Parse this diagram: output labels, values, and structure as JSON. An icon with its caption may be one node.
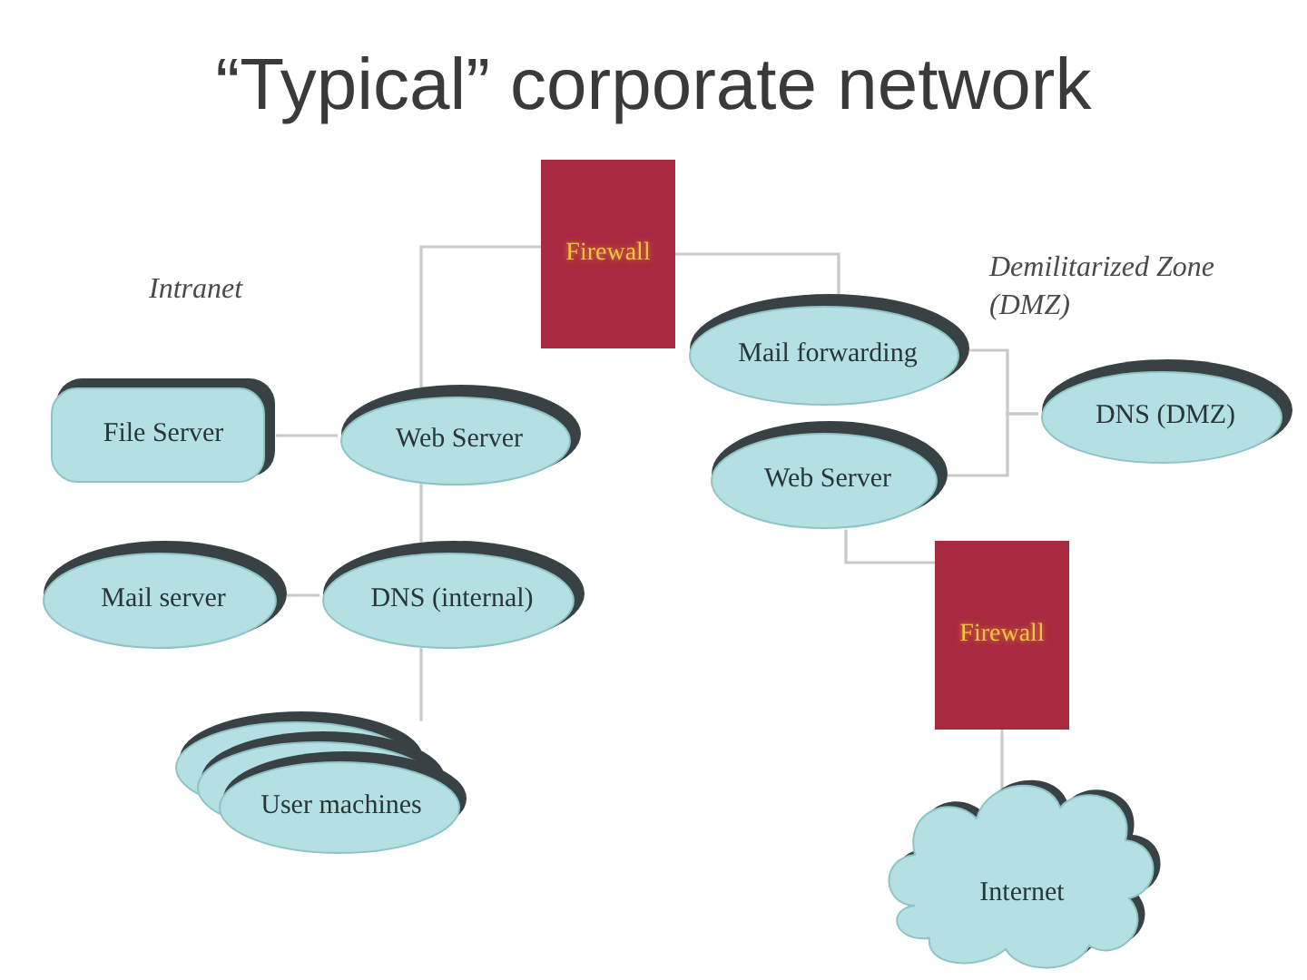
{
  "diagram": {
    "title": "“Typical” corporate network",
    "nodes": [
      {
        "text": [
          "Firewall"
        ]
      },
      {
        "text": [
          "File Server"
        ]
      },
      {
        "text": [
          "Web Server"
        ]
      },
      {
        "text": [
          "Mail forwarding"
        ]
      },
      {
        "text": [
          "DNS (DMZ)"
        ]
      },
      {
        "text": [
          "Web Server"
        ]
      },
      {
        "text": [
          "Mail server"
        ]
      },
      {
        "text": [
          "DNS (internal)"
        ]
      },
      {
        "text": [
          "Firewall"
        ]
      },
      {
        "text": [
          "User machines"
        ]
      },
      {
        "text": [
          "Internet"
        ]
      }
    ],
    "edges": [
      {
        "from": 0,
        "to": 2,
        "arrow": "none"
      },
      {
        "from": 0,
        "to": 3,
        "arrow": "none"
      },
      {
        "from": 1,
        "to": 2,
        "arrow": "none"
      },
      {
        "from": 2,
        "to": 7,
        "arrow": "none"
      },
      {
        "from": 6,
        "to": 7,
        "arrow": "none"
      },
      {
        "from": 7,
        "to": 9,
        "arrow": "none"
      },
      {
        "from": 3,
        "to": 4,
        "arrow": "none"
      },
      {
        "from": 5,
        "to": 4,
        "arrow": "none"
      },
      {
        "from": 5,
        "to": 8,
        "arrow": "none"
      },
      {
        "from": 8,
        "to": 10,
        "arrow": "none"
      }
    ],
    "labels": [
      "Intranet",
      "Demilitarized Zone (DMZ)"
    ]
  }
}
